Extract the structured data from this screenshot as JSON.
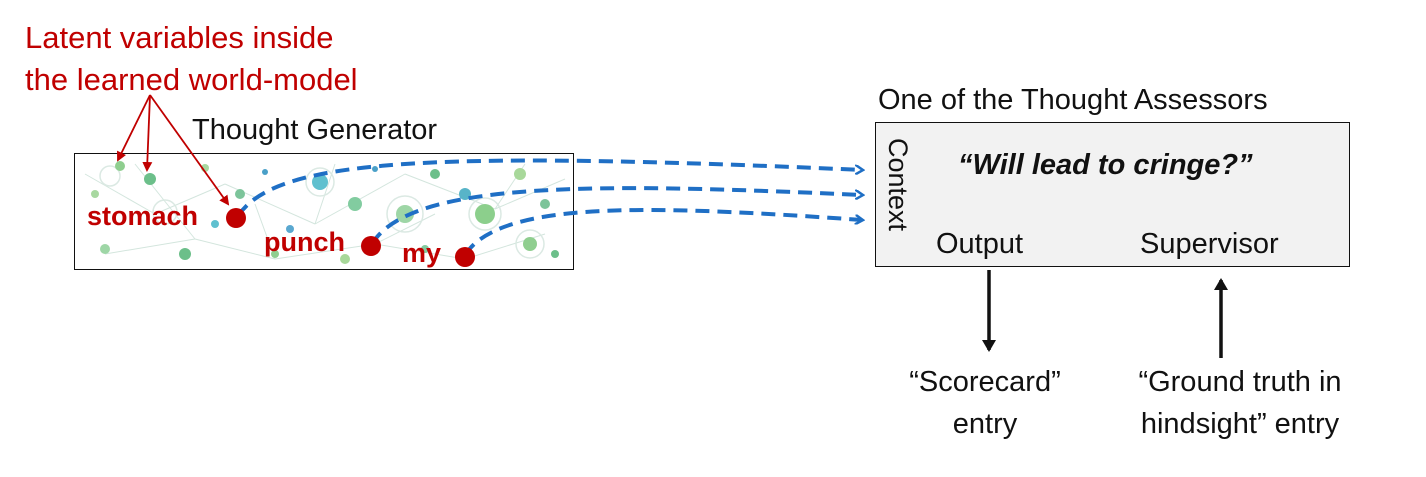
{
  "latent_label": {
    "line1": "Latent variables inside",
    "line2": "the learned world-model"
  },
  "thought_generator": {
    "title": "Thought Generator",
    "words": [
      "stomach",
      "punch",
      "my"
    ]
  },
  "thought_assessor": {
    "title": "One of the Thought Assessors",
    "context_label": "Context",
    "question": "“Will lead to cringe?”",
    "output_label": "Output",
    "supervisor_label": "Supervisor"
  },
  "scorecard": {
    "line1": "“Scorecard”",
    "line2": "entry"
  },
  "ground_truth": {
    "line1": "“Ground truth in",
    "line2": "hindsight” entry"
  },
  "colors": {
    "red": "#c00000",
    "arrow_blue": "#1f6fc5",
    "box_fill": "#f2f2f2"
  }
}
